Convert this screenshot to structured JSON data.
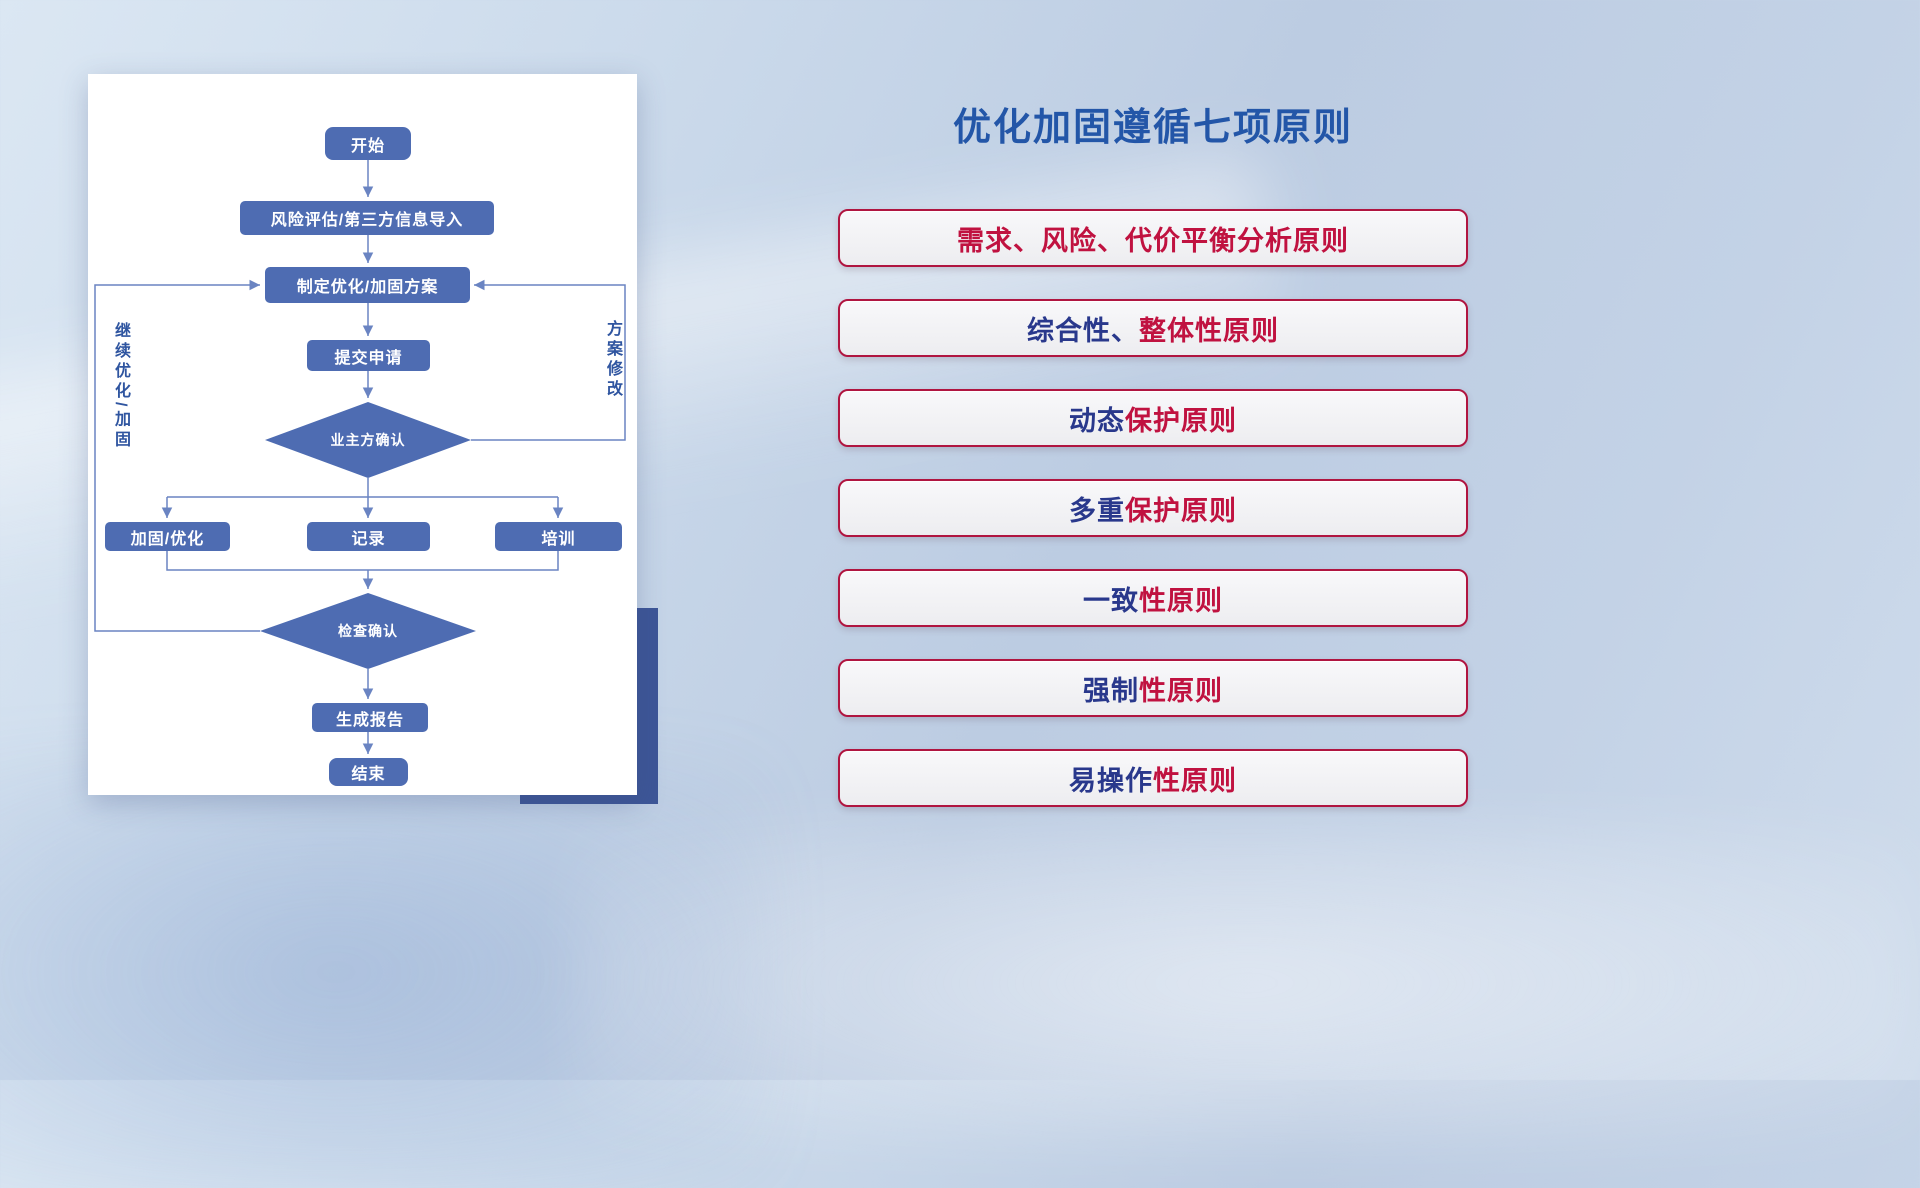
{
  "colors": {
    "node_blue": "#4e6cb2",
    "line_blue": "#6a84c2",
    "title_blue": "#2356a8",
    "principle_red": "#c01240",
    "principle_navy": "#29388c",
    "accent_navy": "#3d5697",
    "border_red": "#b01540"
  },
  "flowchart": {
    "nodes": {
      "start": "开始",
      "risk_import": "风险评估/第三方信息导入",
      "make_plan": "制定优化/加固方案",
      "submit": "提交申请",
      "owner_confirm": "业主方确认",
      "reinforce": "加固/优化",
      "record": "记录",
      "training": "培训",
      "check_confirm": "检查确认",
      "report": "生成报告",
      "end": "结束"
    },
    "loop_labels": {
      "left": "继续优化/加固",
      "right": "方案修改"
    }
  },
  "panel": {
    "title": "优化加固遵循七项原则",
    "principles": [
      {
        "segments": [
          {
            "t": "需求、风险、代价平衡分析原则",
            "c": "red"
          }
        ]
      },
      {
        "segments": [
          {
            "t": "综合性、",
            "c": "navy"
          },
          {
            "t": "整体性原则",
            "c": "red"
          }
        ]
      },
      {
        "segments": [
          {
            "t": "动态",
            "c": "navy"
          },
          {
            "t": "保护原则",
            "c": "red"
          }
        ]
      },
      {
        "segments": [
          {
            "t": "多重",
            "c": "navy"
          },
          {
            "t": "保护原则",
            "c": "red"
          }
        ]
      },
      {
        "segments": [
          {
            "t": "一致",
            "c": "navy"
          },
          {
            "t": "性原则",
            "c": "red"
          }
        ]
      },
      {
        "segments": [
          {
            "t": "强制",
            "c": "navy"
          },
          {
            "t": "性原则",
            "c": "red"
          }
        ]
      },
      {
        "segments": [
          {
            "t": "易操作",
            "c": "navy"
          },
          {
            "t": "性原则",
            "c": "red"
          }
        ]
      }
    ]
  }
}
